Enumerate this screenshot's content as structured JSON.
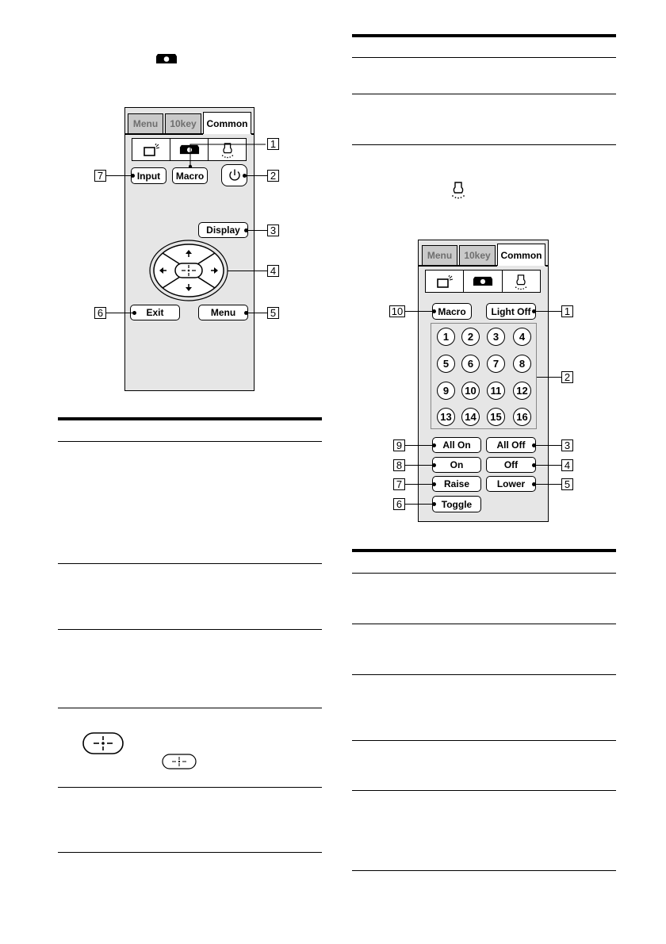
{
  "left_remote": {
    "tabs": [
      "Menu",
      "10key",
      "Common"
    ],
    "active_tab": "Common",
    "mode_icons": [
      "tv-mode-icon",
      "camera-mode-icon",
      "light-mode-icon"
    ],
    "buttons": {
      "input": "Input",
      "macro": "Macro",
      "display": "Display",
      "exit": "Exit",
      "menu": "Menu"
    },
    "callouts": [
      "1",
      "2",
      "3",
      "4",
      "5",
      "6",
      "7"
    ]
  },
  "right_remote": {
    "tabs": [
      "Menu",
      "10key",
      "Common"
    ],
    "active_tab": "Common",
    "mode_icons": [
      "tv-mode-icon",
      "camera-mode-icon",
      "light-mode-icon"
    ],
    "buttons": {
      "macro": "Macro",
      "light_off": "Light Off",
      "all_on": "All On",
      "all_off": "All Off",
      "on": "On",
      "off": "Off",
      "raise": "Raise",
      "lower": "Lower",
      "toggle": "Toggle"
    },
    "keypad": [
      "1",
      "2",
      "3",
      "4",
      "5",
      "6",
      "7",
      "8",
      "9",
      "10",
      "11",
      "12",
      "13",
      "14",
      "15",
      "16"
    ],
    "callouts": [
      "1",
      "2",
      "3",
      "4",
      "5",
      "6",
      "7",
      "8",
      "9",
      "10"
    ]
  },
  "colors": {
    "remote_body": "#e6e6e6",
    "inactive_tab": "#c9c9c9",
    "ink": "#000000"
  }
}
